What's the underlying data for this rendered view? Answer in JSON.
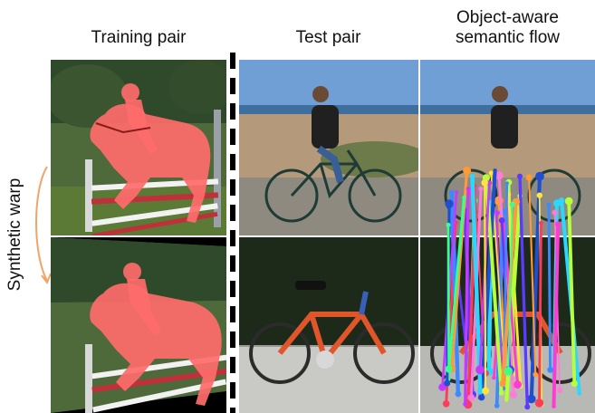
{
  "figure": {
    "headers": {
      "training_pair": "Training pair",
      "test_pair": "Test pair",
      "flow_line1": "Object-aware",
      "flow_line2": "semantic flow"
    },
    "side_label": "Synthetic warp",
    "colors": {
      "mask": "#ff5a5a",
      "warp_arrow": "#f0a468",
      "sky": "#7fa6d6",
      "sand": "#b49a7a",
      "bike": "#e0552a"
    }
  }
}
